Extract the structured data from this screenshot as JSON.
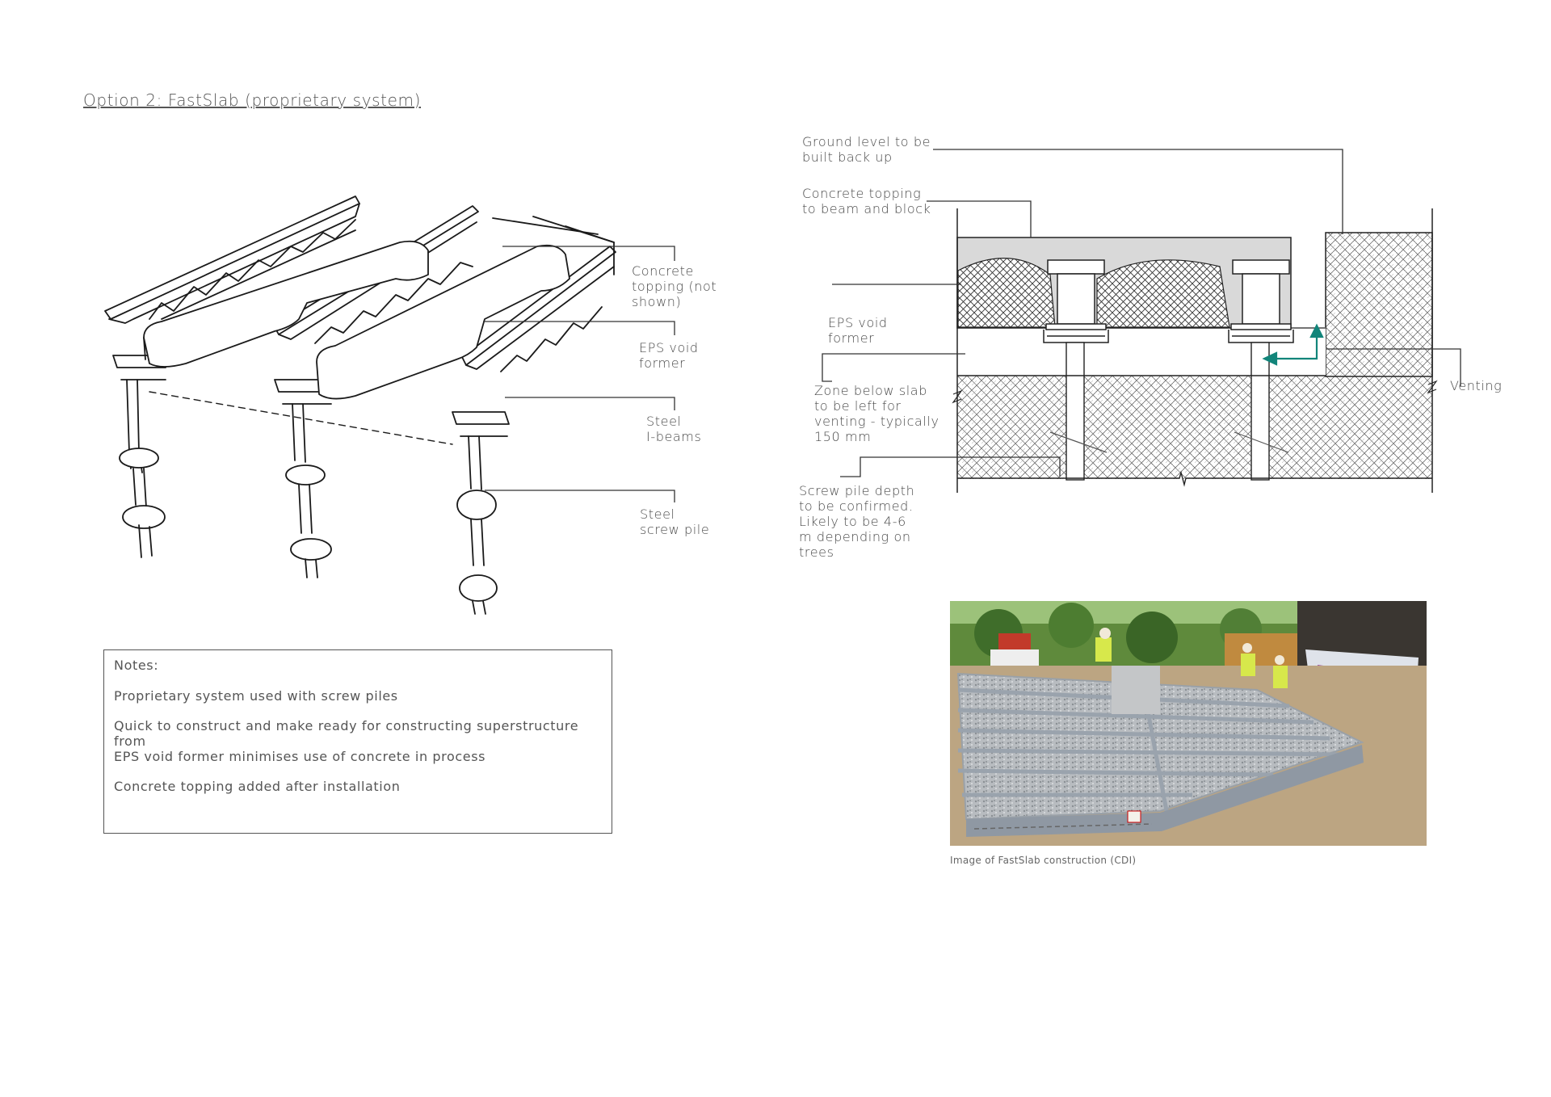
{
  "page_title": "Option 2: FastSlab (proprietary system)",
  "sketch_labels": {
    "concrete_topping": "Concrete\ntopping (not\nshown)",
    "eps_void_former": "EPS void\nformer",
    "steel_i_beams": "Steel\nI-beams",
    "steel_screw_pile": "Steel\nscrew pile"
  },
  "section_labels": {
    "ground_level": "Ground level to be\nbuilt back up",
    "concrete_topping_beam_block": "Concrete topping\nto beam and block",
    "eps_void_former": "EPS void\nformer",
    "zone_below_slab": "Zone below slab\nto be left for\nventing - typically\n150 mm",
    "screw_pile_depth": "Screw pile depth\nto be confirmed.\nLikely to be 4-6\nm depending on\ntrees",
    "venting": "Venting"
  },
  "notes": {
    "heading": "Notes:",
    "items": [
      "Proprietary system used with screw piles",
      "Quick to construct and make ready for constructing superstructure from",
      "EPS void former minimises use of concrete in process",
      "Concrete topping added after installation"
    ]
  },
  "photo_caption": "Image of FastSlab construction (CDI)",
  "colors": {
    "line": "#1a1a1a",
    "leader": "#333333",
    "topping_fill": "#d9d9d9",
    "arrow": "#12857a"
  }
}
